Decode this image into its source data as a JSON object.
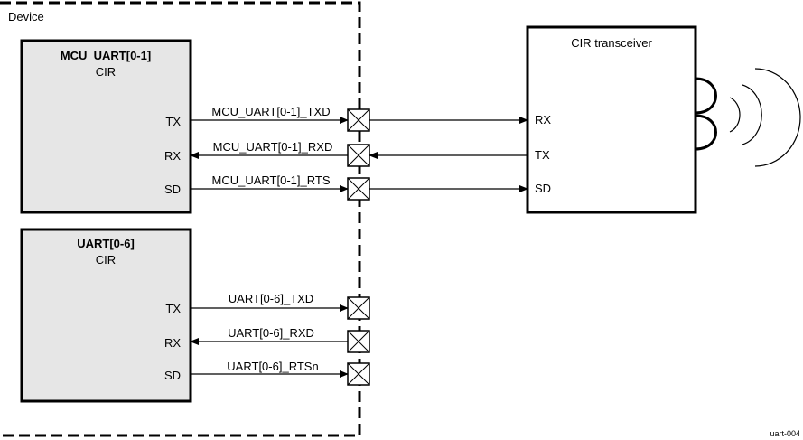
{
  "device": {
    "label": "Device"
  },
  "mcu_block": {
    "title": "MCU_UART[0-1]",
    "subtitle": "CIR",
    "pins": [
      "TX",
      "RX",
      "SD"
    ],
    "signals": [
      "MCU_UART[0-1]_TXD",
      "MCU_UART[0-1]_RXD",
      "MCU_UART[0-1]_RTS"
    ],
    "directions": [
      "out",
      "in",
      "out"
    ]
  },
  "uart_block": {
    "title": "UART[0-6]",
    "subtitle": "CIR",
    "pins": [
      "TX",
      "RX",
      "SD"
    ],
    "signals": [
      "UART[0-6]_TXD",
      "UART[0-6]_RXD",
      "UART[0-6]_RTSn"
    ],
    "directions": [
      "out",
      "in",
      "out"
    ]
  },
  "transceiver": {
    "title": "CIR transceiver",
    "pins": [
      "RX",
      "TX",
      "SD"
    ]
  },
  "figure_id": "uart-004",
  "colors": {
    "block_fill": "#e6e6e6",
    "line": "#000000",
    "background": "#ffffff"
  }
}
